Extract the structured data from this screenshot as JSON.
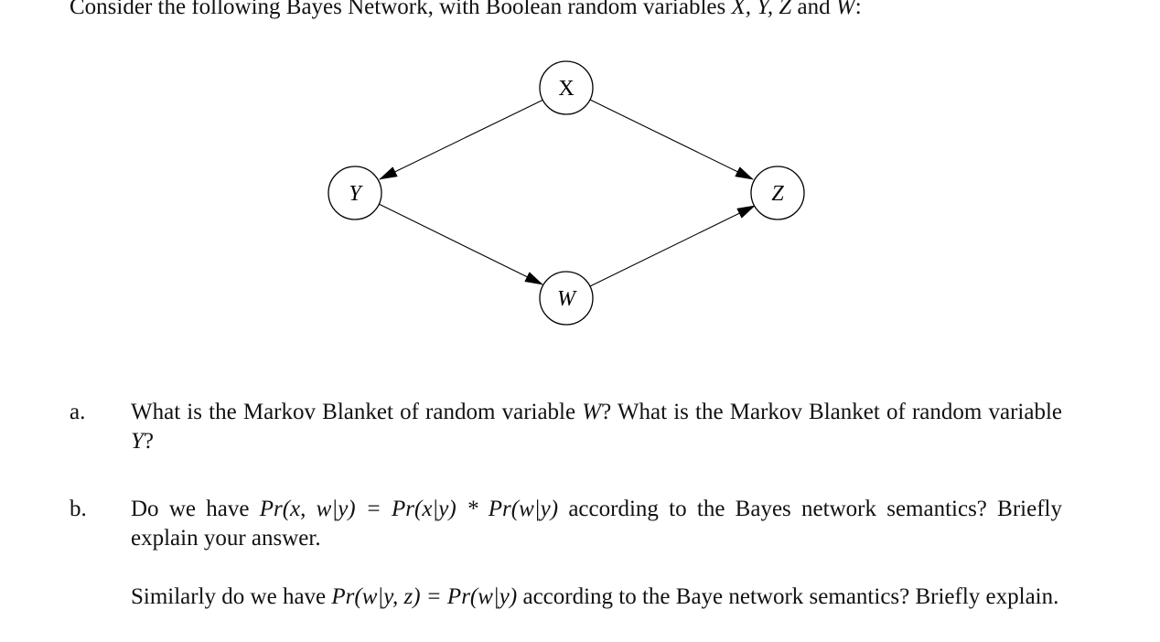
{
  "intro": {
    "prefix": "Consider the following Bayes Network, with Boolean random variables ",
    "vars": "X, Y, Z",
    "and": " and ",
    "last_var": "W",
    "suffix": ":"
  },
  "diagram": {
    "nodes": [
      {
        "id": "x",
        "label": "X"
      },
      {
        "id": "y",
        "label": "Y"
      },
      {
        "id": "z",
        "label": "Z"
      },
      {
        "id": "w",
        "label": "W"
      }
    ],
    "edges": [
      {
        "from": "X",
        "to": "Y"
      },
      {
        "from": "X",
        "to": "Z"
      },
      {
        "from": "Y",
        "to": "W"
      },
      {
        "from": "W",
        "to": "Z"
      }
    ]
  },
  "questions": {
    "a": {
      "marker": "a.",
      "t1": "What is the Markov Blanket of random variable ",
      "v1": "W",
      "t2": "? What is the Markov Blanket of random variable ",
      "v2": "Y",
      "t3": "?"
    },
    "b": {
      "marker": "b.",
      "t1": "Do we have ",
      "f1": "Pr(x, w|y) = Pr(x|y) * Pr(w|y)",
      "t2": " according to the Bayes network semantics? Briefly explain your answer.",
      "t3": "Similarly do we have ",
      "f2": "Pr(w|y, z) = Pr(w|y)",
      "t4": " according to the Baye network semantics? Briefly explain."
    }
  }
}
